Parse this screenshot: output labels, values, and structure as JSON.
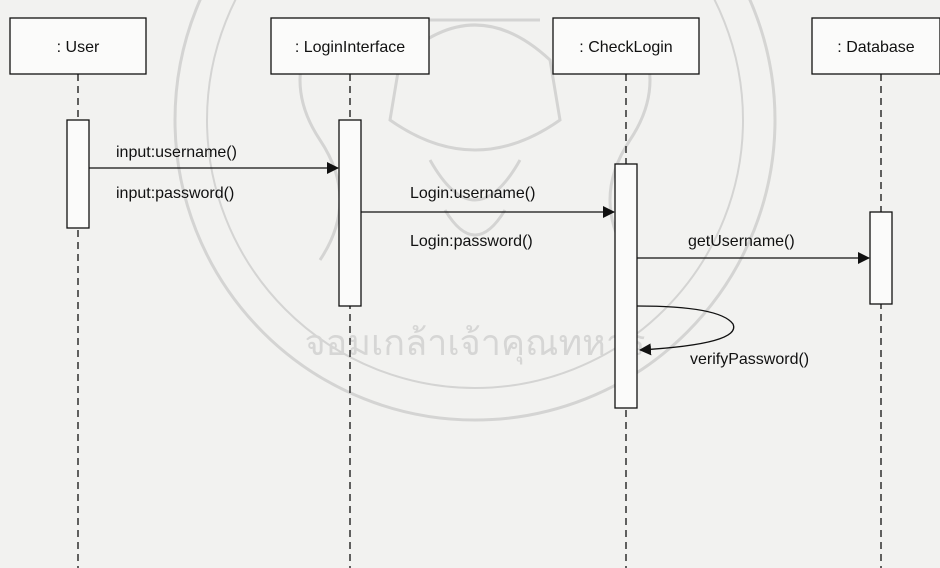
{
  "diagram": {
    "type": "uml-sequence",
    "watermark_text": "จอมเกล้าเจ้าคุณทหาร",
    "participants": [
      {
        "id": "user",
        "label": ": User"
      },
      {
        "id": "login",
        "label": ": LoginInterface"
      },
      {
        "id": "check",
        "label": ": CheckLogin"
      },
      {
        "id": "db",
        "label": ": Database"
      }
    ],
    "messages": [
      {
        "from": "user",
        "to": "login",
        "label": "input:username()"
      },
      {
        "from": "user",
        "to": "login",
        "label": "input:password()"
      },
      {
        "from": "login",
        "to": "check",
        "label": "Login:username()"
      },
      {
        "from": "login",
        "to": "check",
        "label": "Login:password()"
      },
      {
        "from": "check",
        "to": "db",
        "label": "getUsername()"
      },
      {
        "from": "check",
        "to": "check",
        "label": "verifyPassword()"
      }
    ]
  }
}
